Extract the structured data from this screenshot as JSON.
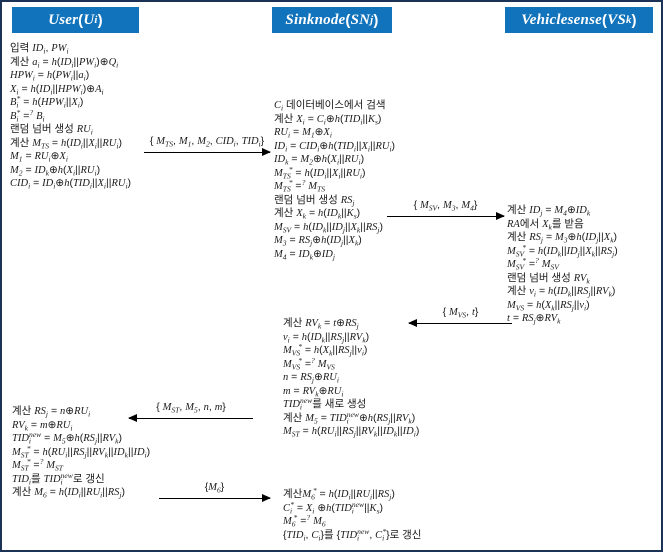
{
  "diagram": {
    "colors": {
      "header_bg": "#1173bc",
      "header_text": "#ffffff",
      "border": "#1c3156",
      "arrow": "#000000",
      "text": "#1a1a1a"
    },
    "columns": [
      {
        "id": "user",
        "label": "User(U_{i})"
      },
      {
        "id": "sink",
        "label": "Sink node(SN_{j})"
      },
      {
        "id": "vehicle",
        "label": "Vehicle sense(VS_{k})"
      }
    ],
    "blocks": {
      "user_block1": {
        "lines": [
          "입력 ID_{i}, PW_{i}",
          "계산 a_{i} = h(ID_{i}||PW_{i})⊕Q_{i}",
          "HPW_{i} = h(PW_{i}||a_{i})",
          "X_{i} = h(ID_{i}||HPW_{i})⊕A_{i}",
          "B_{i}^{*} = h(HPW_{i}||X_{i})",
          "B_{i}^{*} =^{?} B_{i}",
          "랜덤 넘버 생성 RU_{i}",
          "계산 M_{TS} = h(ID_{i}||X_{i}||RU_{i})",
          "M_{1} = RU_{i}⊕X_{i}",
          "M_{2} = ID_{k}⊕h(X_{i}||RU_{i})",
          "CID_{i} = ID_{i}⊕h(TID_{i}||X_{i}||RU_{i})"
        ]
      },
      "sink_block1": {
        "lines": [
          "C_{i} 데이터베이스에서 검색",
          "계산 X_{i} = C_{i}⊕h(TID_{i}||K_{s})",
          "RU_{i} = M_{1}⊕X_{i}",
          "ID_{i} = CID_{i}⊕h(TID_{i}||X_{i}||RU_{i})",
          "ID_{k} = M_{2}⊕h(X_{i}||RU_{i})",
          "M_{TS}^{*} = h(ID_{i}||X_{i}||RU_{i})",
          "M_{TS}^{*} =^{?} M_{TS}",
          "랜덤 넘버 생성 RS_{j}",
          "계산 X_{k} = h(ID_{k}||K_{s})",
          "M_{SV} = h(ID_{k}||ID_{j}||X_{k}||RS_{j})",
          "M_{3} = RS_{j}⊕h(ID_{j}||X_{k})",
          "M_{4} = ID_{k}⊕ID_{j}"
        ]
      },
      "vehicle_block1": {
        "lines": [
          "계산 ID_{j} = M_{4}⊕ID_{k}",
          "RA에서 X_{k}를 받음",
          "계산 RS_{j} = M_{3}⊕h(ID_{j}||X_{k})",
          "M_{SV}^{*} = h(ID_{k}||ID_{j}||X_{k}||RS_{j})",
          "M_{SV}^{*} =^{?} M_{SV}",
          "랜덤 넘버 생성 RV_{k}",
          "계산 v_{i} = h(ID_{k}||RS_{j}||RV_{k})",
          "M_{VS} = h(X_{k}||RS_{j}||v_{i})",
          "t = RS_{j}⊕RV_{k}"
        ]
      },
      "sink_block2": {
        "lines": [
          "계산 RV_{k} = t⊕RS_{j}",
          "v_{i} = h(ID_{k}||RS_{j}||RV_{k})",
          "M_{VS}^{*} = h(X_{k}||RS_{j}||v_{i})",
          "M_{VS}^{*} =^{?} M_{VS}",
          "n = RS_{j}⊕RU_{i}",
          "m = RV_{k}⊕RU_{i}",
          "TID_{i}^{new}를 새로 생성",
          "계산 M_{5} = TID_{i}^{new}⊕h(RS_{j}||RV_{k})",
          "M_{ST} = h(RU_{i}||RS_{j}||RV_{k}||ID_{k}||ID_{i})"
        ]
      },
      "user_block2": {
        "lines": [
          "계산 RS_{j} = n⊕RU_{i}",
          "RV_{k} = m⊕RU_{i}",
          "TID_{i}^{new} = M_{5}⊕h(RS_{j}||RV_{k})",
          "M_{ST}^{*} = h(RU_{i}||RS_{j}||RV_{k}||ID_{k}||ID_{i})",
          "M_{ST}^{*} =^{?} M_{ST}",
          "TID_{i}를 TID_{i}^{new}로 갱신",
          "계산 M_{6} = h(ID_{i}||RU_{i}||RS_{j})"
        ]
      },
      "sink_block3": {
        "lines": [
          "계산M_{6}^{*} = h(ID_{i}||RU_{i}||RS_{j})",
          "C_{i}^{*} = X_{i} ⊕h(TID_{i}^{new}||K_{s})",
          "M_{6}^{*} =^{?} M_{6}",
          "{TID_{i}, C_{i}}를 {TID_{i}^{new}, C_{i}^{*}}로 갱신"
        ]
      }
    },
    "messages": [
      {
        "label": "{ M_{TS}, M_{1}, M_{2}, CID_{i}, TID_{i}}",
        "from": "user",
        "to": "sink",
        "direction": "right"
      },
      {
        "label": "{ M_{SV}, M_{3}, M_{4}}",
        "from": "sink",
        "to": "vehicle",
        "direction": "right"
      },
      {
        "label": "{ M_{VS}, t}",
        "from": "vehicle",
        "to": "sink",
        "direction": "left"
      },
      {
        "label": "{ M_{ST}, M_{5}, n, m}",
        "from": "sink",
        "to": "user",
        "direction": "left"
      },
      {
        "label": "{M_{6}}",
        "from": "user",
        "to": "sink",
        "direction": "right"
      }
    ]
  }
}
